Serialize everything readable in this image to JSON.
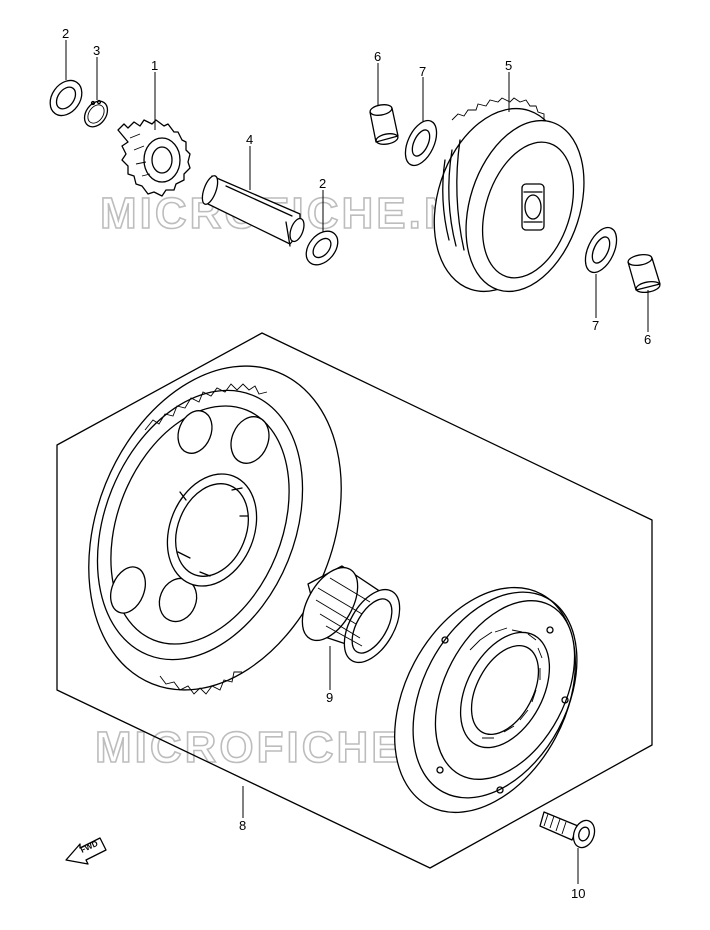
{
  "watermark": "MICROFICHE.NET",
  "fwd_label": "FWD",
  "callouts": {
    "c1": "1",
    "c2a": "2",
    "c2b": "2",
    "c3": "3",
    "c4": "4",
    "c5": "5",
    "c6a": "6",
    "c6b": "6",
    "c7a": "7",
    "c7b": "7",
    "c8": "8",
    "c9": "9",
    "c10": "10"
  }
}
